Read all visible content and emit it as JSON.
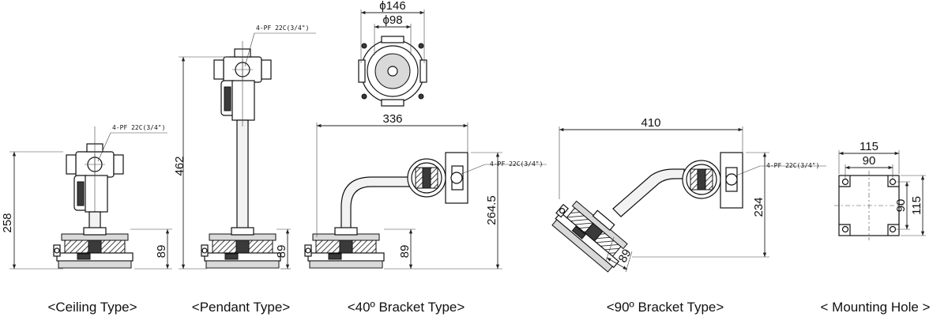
{
  "views": {
    "ceiling": {
      "caption": "<Ceiling Type>",
      "dims": {
        "height": "258",
        "base": "89"
      },
      "note": "4-PF 22C(3/4\")"
    },
    "pendant": {
      "caption": "<Pendant Type>",
      "dims": {
        "height": "462",
        "base": "89"
      },
      "note": "4-PF 22C(3/4\")"
    },
    "top": {
      "dims": {
        "outer": "ϕ146",
        "inner": "ϕ98"
      }
    },
    "bracket40": {
      "caption": "<40º Bracket Type>",
      "dims": {
        "width": "336",
        "height": "264.5",
        "base": "89"
      },
      "note": "4-PF 22C(3/4\")"
    },
    "bracket90": {
      "caption": "<90º Bracket Type>",
      "dims": {
        "width": "410",
        "height": "234",
        "base": "89"
      },
      "note": "4-PF 22C(3/4\")"
    },
    "mounting": {
      "caption": "< Mounting Hole >",
      "dims": {
        "outer_w": "115",
        "inner_w": "90",
        "inner_h": "90",
        "outer_h": "115"
      }
    }
  }
}
